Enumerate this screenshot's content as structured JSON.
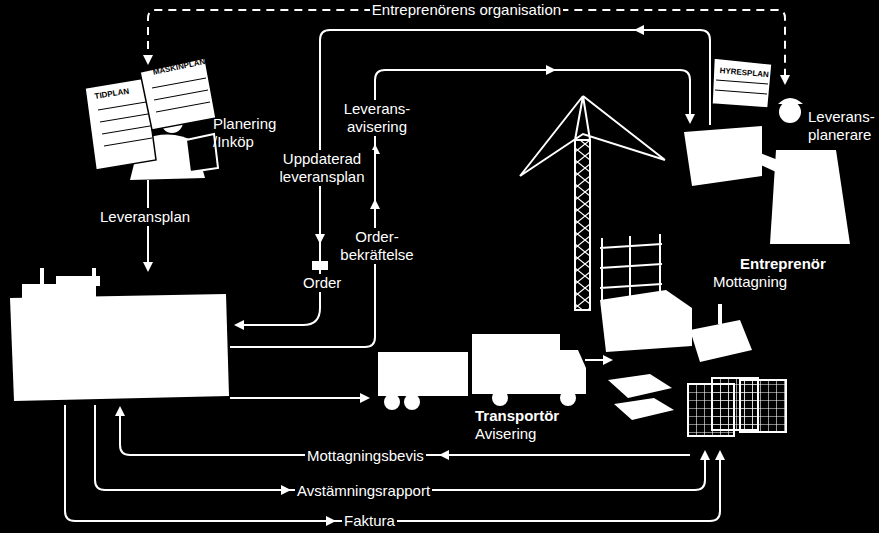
{
  "diagram": {
    "nodes": [
      {
        "text": [
          "Planering /Inköp"
        ]
      },
      {
        "text": [
          "Leverans- planerare",
          "Entreprenör",
          "Mottagning"
        ]
      },
      {
        "text": [
          "Transportör",
          "Avisering"
        ]
      }
    ],
    "edges": [
      {
        "from": 0,
        "to": 1,
        "label": "Entreprenörens organisation",
        "arrow": "both"
      },
      {
        "from": 2,
        "to": 1,
        "arrow": "to"
      }
    ],
    "labels": [
      "Leveransplan",
      "Uppdaterad leveransplan",
      "Leverans- avisering",
      "Order- bekräftelse",
      "Order",
      "Mottagningsbevis",
      "Avstämningsrapport",
      "Faktura",
      "TIDPLAN",
      "MASKINPLAN",
      "HYRESPLAN"
    ]
  }
}
